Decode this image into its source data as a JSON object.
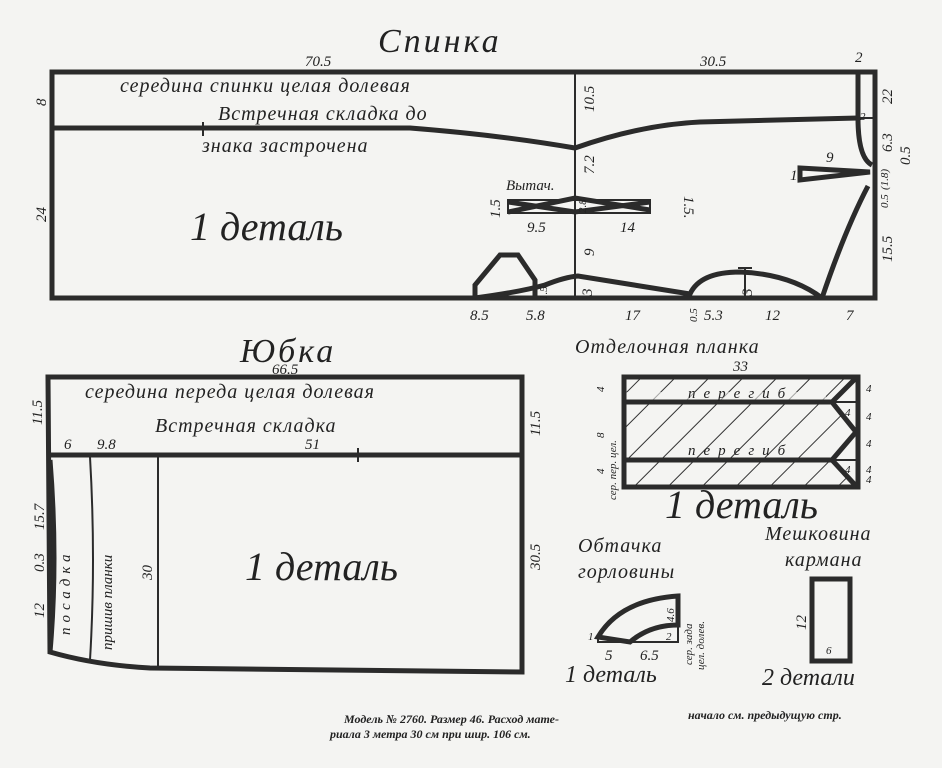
{
  "back": {
    "title": "Спинка",
    "center_note": "середина спинки целая долевая",
    "pleat_note_1": "Встречная складка до",
    "pleat_note_2": "знака застрочена",
    "details": "1 деталь",
    "belt_label": "Вытач.",
    "dims": [
      "70.5",
      "30.5",
      "2",
      "8",
      "24",
      "10.5",
      "7.2",
      "2.8",
      "9",
      "3",
      "22",
      "2",
      "6.3",
      "0.5",
      "(1.8)",
      "0.5",
      "15.5",
      "9",
      "1",
      "1.5",
      "1.5.",
      "9.5",
      "14",
      "1.5",
      "8.5",
      "5.8",
      "17",
      "0.5",
      "5.3",
      "12",
      "7",
      "3"
    ]
  },
  "skirt": {
    "title": "Юбка",
    "center_note": "середина переда целая долевая",
    "pleat_note": "Встречная складка",
    "ease_label": "посадка",
    "placket_seam_label": "пришив планки",
    "details": "1 деталь",
    "dims": [
      "66.5",
      "11.5",
      "11.5",
      "6",
      "9.8",
      "51",
      "15.7",
      "0.3",
      "12",
      "30",
      "30.5"
    ]
  },
  "placket": {
    "title": "Отделочная планка",
    "fold_label": "перегиб",
    "center_label": "сер. пер. цел.",
    "details": "1 деталь",
    "dims": [
      "33",
      "4",
      "8",
      "4",
      "4",
      "4",
      "4",
      "4",
      "4",
      "4",
      "4"
    ]
  },
  "facing": {
    "title_1": "Обтачка",
    "title_2": "горловины",
    "side_label_1": "сер. зада",
    "side_label_2": "цел. долев.",
    "details": "1 деталь",
    "dims": [
      "4.6",
      "2",
      "1",
      "5",
      "6.5"
    ]
  },
  "pocket": {
    "title_1": "Мешковина",
    "title_2": "кармана",
    "details": "2 детали",
    "dims": [
      "12",
      "6"
    ]
  },
  "footer": {
    "line_1": "Модель № 2760. Размер 46. Расход мате-",
    "line_2": "риала 3 метра 30 см при шир. 106 см.",
    "continued": "начало см. предыдущую стр."
  }
}
